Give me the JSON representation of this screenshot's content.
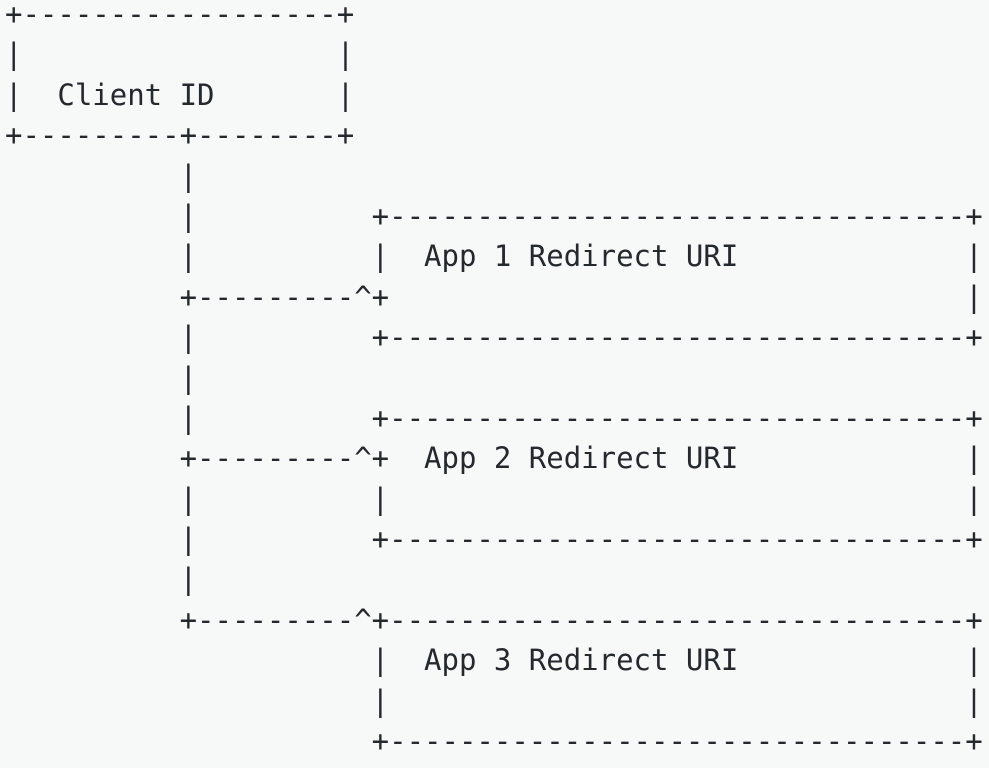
{
  "page": {
    "background": "#f7f8f8",
    "text_color": "#24292e"
  },
  "diagram": {
    "type": "ascii-art",
    "entities": [
      {
        "id": "client-id-box",
        "label": "Client ID"
      },
      {
        "id": "app-1-box",
        "label": "App 1 Redirect URI"
      },
      {
        "id": "app-2-box",
        "label": "App 2 Redirect URI"
      },
      {
        "id": "app-3-box",
        "label": "App 3 Redirect URI"
      }
    ],
    "lines": [
      "+------------------+",
      "|                  |",
      "|  Client ID       |",
      "+---------+--------+",
      "          |",
      "          |          +---------------------------------+",
      "          |          |  App 1 Redirect URI             |",
      "          +---------^+                                 |",
      "          |          +---------------------------------+",
      "          |",
      "          |          +---------------------------------+",
      "          +---------^+  App 2 Redirect URI             |",
      "          |          |                                 |",
      "          |          +---------------------------------+",
      "          |",
      "          +---------^+---------------------------------+",
      "                     |  App 3 Redirect URI             |",
      "                     |                                 |",
      "                     +---------------------------------+"
    ]
  }
}
